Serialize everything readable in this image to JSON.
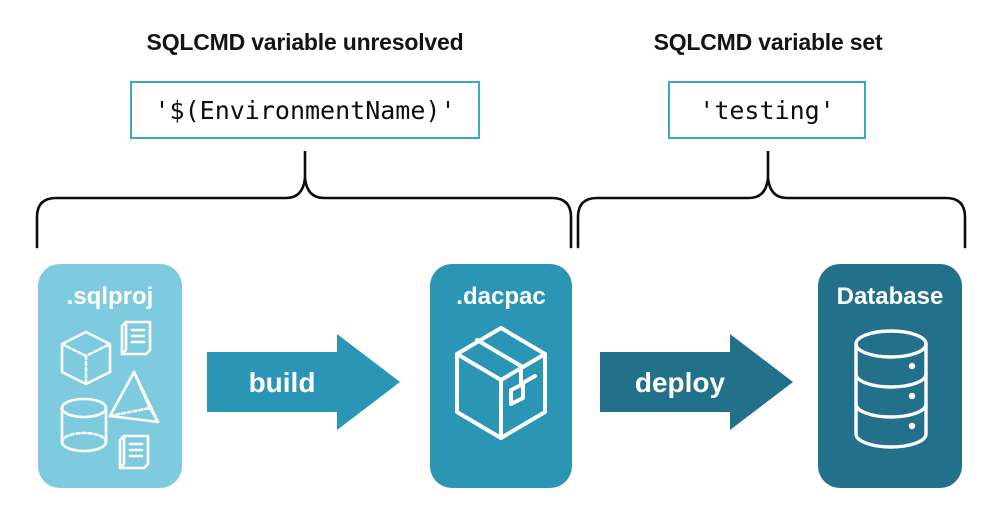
{
  "diagram": {
    "title_left": "SQLCMD variable unresolved",
    "title_right": "SQLCMD variable set",
    "code_left": "'$(EnvironmentName)'",
    "code_right": "'testing'",
    "stages": [
      {
        "label": ".sqlproj",
        "color": "#7ecbe0",
        "icons": [
          "cube-icon",
          "pyramid-icon",
          "cylinder-icon",
          "scroll-icon",
          "scroll-icon"
        ]
      },
      {
        "label": ".dacpac",
        "color": "#2b95b5",
        "icons": [
          "package-box-icon"
        ]
      },
      {
        "label": "Database",
        "color": "#23708a",
        "icons": [
          "database-cylinder-icon"
        ]
      }
    ],
    "arrows": [
      {
        "label": "build",
        "color": "#2b95b5"
      },
      {
        "label": "deploy",
        "color": "#23708a"
      }
    ],
    "brace_color": "#0d0d0d",
    "codebox_border_color": "#3aa8c2",
    "background": "#ffffff"
  }
}
